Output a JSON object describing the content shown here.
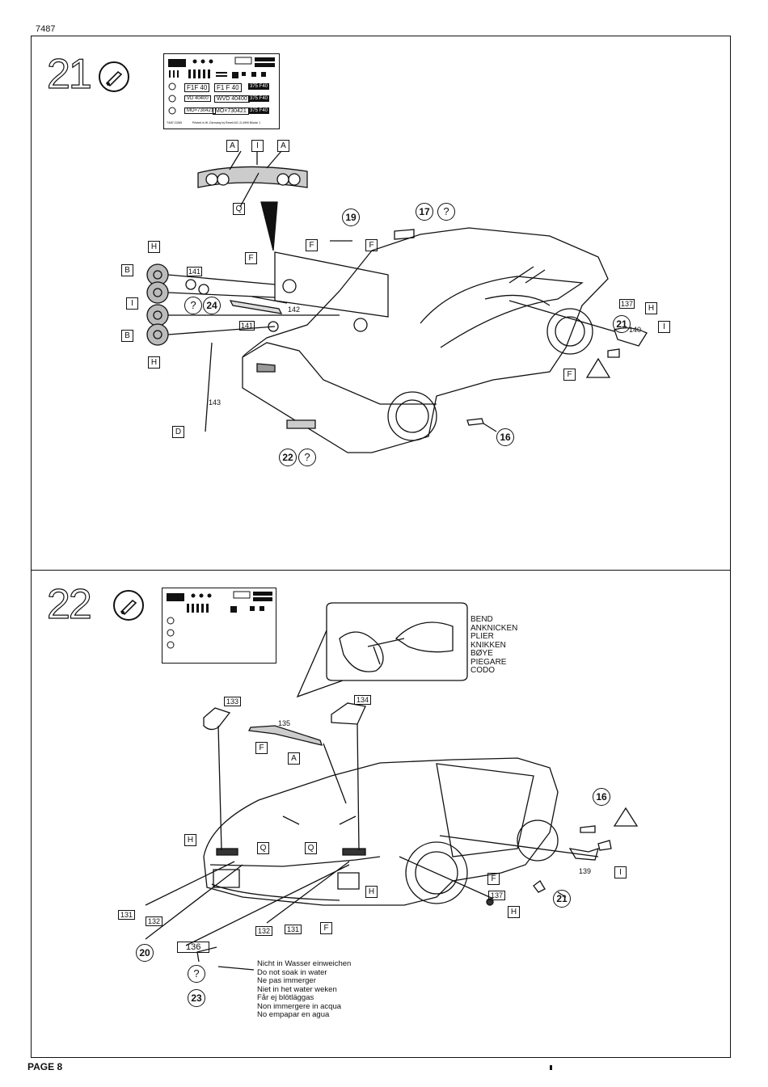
{
  "doc_number": "7487",
  "page_label": "PAGE 8",
  "step21": {
    "number": "21",
    "parts": [
      "141",
      "142",
      "141",
      "143",
      "137",
      "140"
    ],
    "letters": [
      "A",
      "I",
      "A",
      "Q",
      "H",
      "B",
      "I",
      "B",
      "H",
      "D",
      "F",
      "F",
      "F",
      "H",
      "I",
      "F"
    ],
    "refs": [
      "19",
      "17",
      "24",
      "21",
      "16",
      "22"
    ],
    "decal_sheet": {
      "plates": [
        "F1F 40",
        "F1 F 40",
        "375 F40",
        "VD 40400",
        "WVD 40400",
        "375 F40",
        "MO×730421",
        "MO×730421",
        "375 F40"
      ],
      "footer": "7487-0260",
      "imprint": "Printed in W.-Germany by Revell AG, D-4990 Bünde 1"
    }
  },
  "step22": {
    "number": "22",
    "parts": [
      "133",
      "134",
      "135",
      "139",
      "137",
      "131",
      "132",
      "132",
      "131",
      "136"
    ],
    "letters": [
      "F",
      "A",
      "H",
      "Q",
      "Q",
      "F",
      "H",
      "H",
      "I",
      "F"
    ],
    "refs": [
      "16",
      "21",
      "20",
      "23"
    ],
    "bend_text": [
      "BEND",
      "ANKNICKEN",
      "PLIER",
      "KNIKKEN",
      "BØYE",
      "PIEGARE",
      "CODO"
    ],
    "water_text": [
      "Nicht in Wasser einweichen",
      "Do not soak in water",
      "Ne pas immerger",
      "Niet in het water weken",
      "Får ej blötläggas",
      "Non immergere in acqua",
      "No empapar en agua"
    ]
  }
}
